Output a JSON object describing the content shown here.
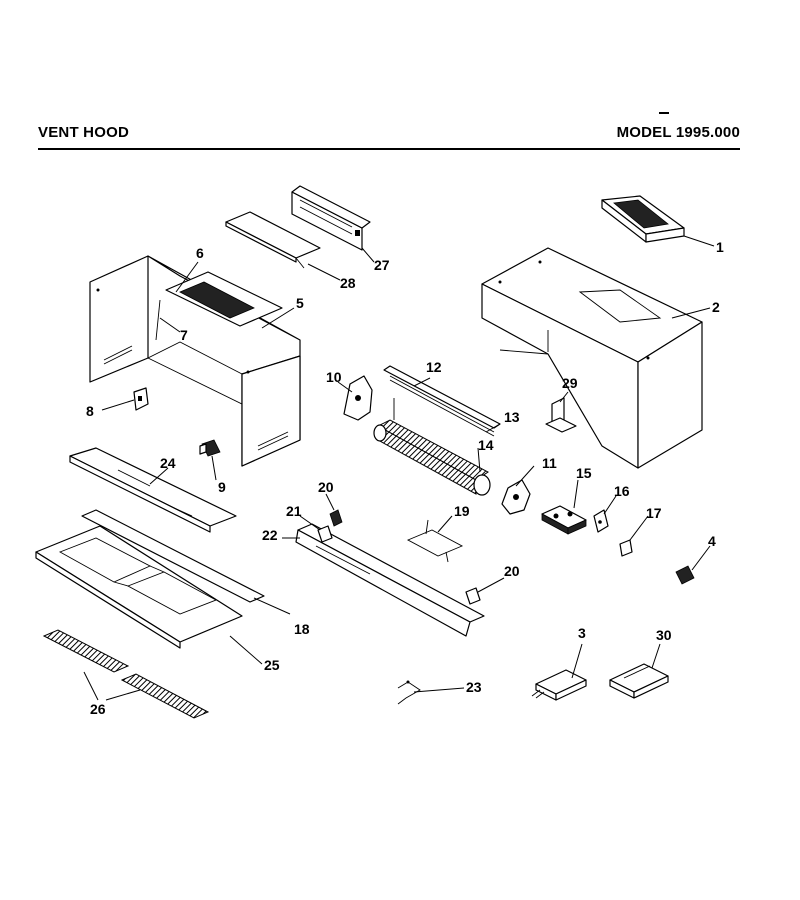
{
  "header": {
    "title": "VENT HOOD",
    "model": "MODEL 1995.000"
  },
  "callouts": [
    "1",
    "2",
    "3",
    "4",
    "5",
    "6",
    "7",
    "8",
    "9",
    "10",
    "11",
    "12",
    "13",
    "14",
    "15",
    "16",
    "17",
    "18",
    "19",
    "20",
    "20",
    "21",
    "22",
    "23",
    "24",
    "25",
    "26",
    "27",
    "28",
    "29",
    "30"
  ]
}
